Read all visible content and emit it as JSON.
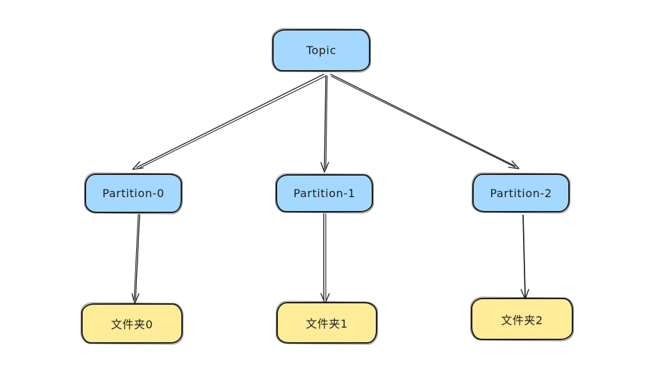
{
  "diagram": {
    "title": "Topic partition to folder mapping diagram",
    "colors": {
      "background": "#ffffff",
      "stroke": "#1e1e1e",
      "blue_node_fill": "#a5d8ff",
      "yellow_node_fill": "#ffec99",
      "text": "#1e1e1e"
    },
    "nodes": {
      "topic": {
        "label": "Topic",
        "fill": "#a5d8ff"
      },
      "partition0": {
        "label": "Partition-0",
        "fill": "#a5d8ff"
      },
      "partition1": {
        "label": "Partition-1",
        "fill": "#a5d8ff"
      },
      "partition2": {
        "label": "Partition-2",
        "fill": "#a5d8ff"
      },
      "folder0": {
        "label": "文件夹0",
        "fill": "#ffec99"
      },
      "folder1": {
        "label": "文件夹1",
        "fill": "#ffec99"
      },
      "folder2": {
        "label": "文件夹2",
        "fill": "#ffec99"
      }
    },
    "edges": [
      {
        "from": "Topic",
        "to": "Partition-0",
        "style": "arrow"
      },
      {
        "from": "Topic",
        "to": "Partition-1",
        "style": "arrow"
      },
      {
        "from": "Topic",
        "to": "Partition-2",
        "style": "arrow"
      },
      {
        "from": "Partition-0",
        "to": "文件夹0",
        "style": "arrow"
      },
      {
        "from": "Partition-1",
        "to": "文件夹1",
        "style": "arrow"
      },
      {
        "from": "Partition-2",
        "to": "文件夹2",
        "style": "arrow"
      }
    ]
  }
}
